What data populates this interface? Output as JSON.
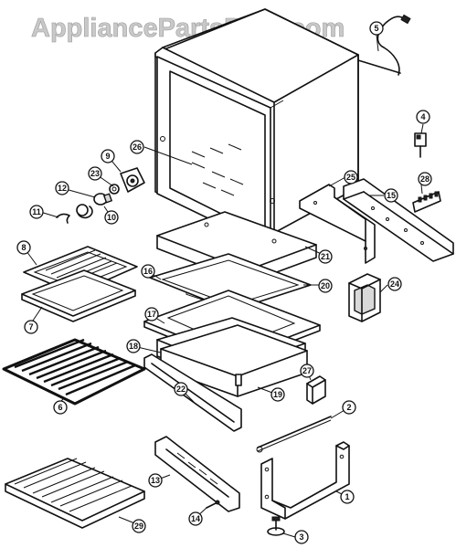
{
  "watermark": "AppliancePartsPros.com",
  "callouts": {
    "c1": "1",
    "c2": "2",
    "c3": "3",
    "c4": "4",
    "c5": "5",
    "c6": "6",
    "c7": "7",
    "c8": "8",
    "c9": "9",
    "c10": "10",
    "c11": "11",
    "c12": "12",
    "c13": "13",
    "c14": "14",
    "c15": "15",
    "c16": "16",
    "c17": "17",
    "c18": "18",
    "c19": "19",
    "c20": "20",
    "c21": "21",
    "c22": "22",
    "c23": "23",
    "c24": "24",
    "c25": "25",
    "c26": "26",
    "c27": "27",
    "c28": "28",
    "c29": "29"
  }
}
